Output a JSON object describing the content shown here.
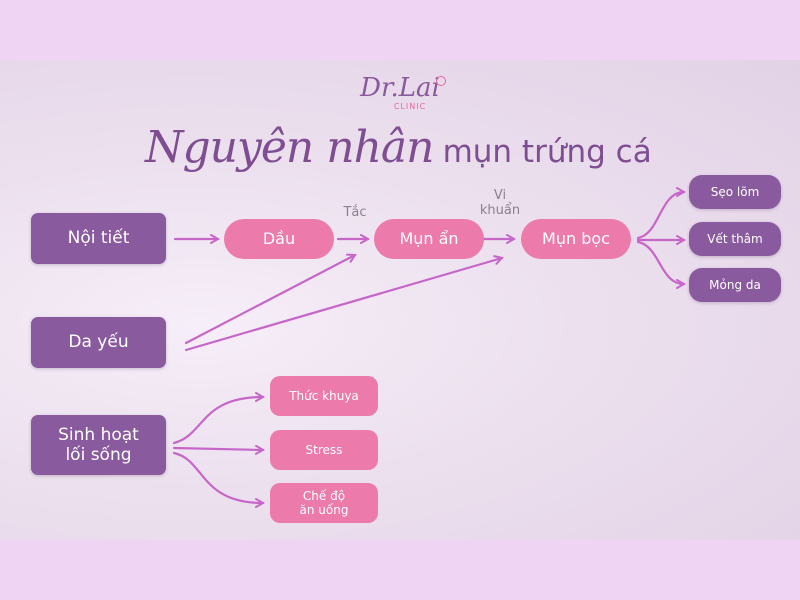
{
  "logo": {
    "brand": "Dr.Lai",
    "sub": "CLINIC"
  },
  "title": {
    "script": "Nguyên nhân",
    "plain": "mụn trứng cá"
  },
  "colors": {
    "outer_background": "#efd4f4",
    "dark_box": "#8a5a9e",
    "pink_box": "#ec7aab",
    "arrow": "#c766c9",
    "title": "#7e4d92",
    "edge_label": "#8c8090"
  },
  "causes": [
    {
      "id": "noi-tiet",
      "label": "Nội tiết"
    },
    {
      "id": "da-yeu",
      "label": "Da yếu"
    },
    {
      "id": "sinh-hoat",
      "label": "Sinh hoạt\nlối sống"
    }
  ],
  "progression": [
    {
      "id": "dau",
      "label": "Dầu"
    },
    {
      "id": "mun-an",
      "label": "Mụn ẩn"
    },
    {
      "id": "mun-boc",
      "label": "Mụn bọc"
    }
  ],
  "edge_labels": {
    "dau_to_mun_an": "Tắc",
    "mun_an_to_mun_boc": "Vi\nkhuẩn"
  },
  "consequences": [
    {
      "id": "seo-lom",
      "label": "Sẹo lõm"
    },
    {
      "id": "vet-tham",
      "label": "Vết thâm"
    },
    {
      "id": "mong-da",
      "label": "Mỏng da"
    }
  ],
  "lifestyle_factors": [
    {
      "id": "thuc-khuya",
      "label": "Thức khuya"
    },
    {
      "id": "stress",
      "label": "Stress"
    },
    {
      "id": "che-do-an-uong",
      "label": "Chế độ\năn uống"
    }
  ]
}
